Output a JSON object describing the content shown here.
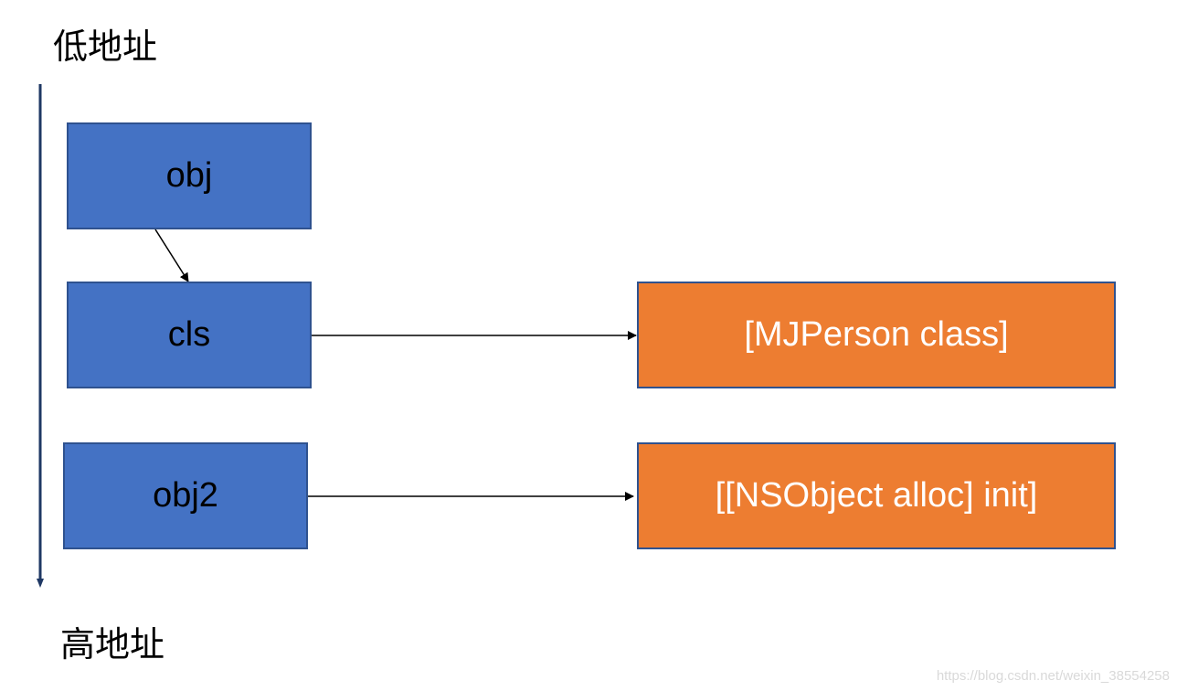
{
  "labels": {
    "low_address": "低地址",
    "high_address": "高地址"
  },
  "boxes": {
    "obj": "obj",
    "cls": "cls",
    "obj2": "obj2",
    "mjperson_class": "[MJPerson class]",
    "nsobject_alloc_init": "[[NSObject alloc] init]"
  },
  "watermark": "https://blog.csdn.net/weixin_38554258",
  "colors": {
    "blue_box_fill": "#4472c4",
    "box_border": "#2f528f",
    "orange_box_fill": "#ed7d31",
    "address_axis": "#1f3864",
    "arrow": "#000000"
  }
}
